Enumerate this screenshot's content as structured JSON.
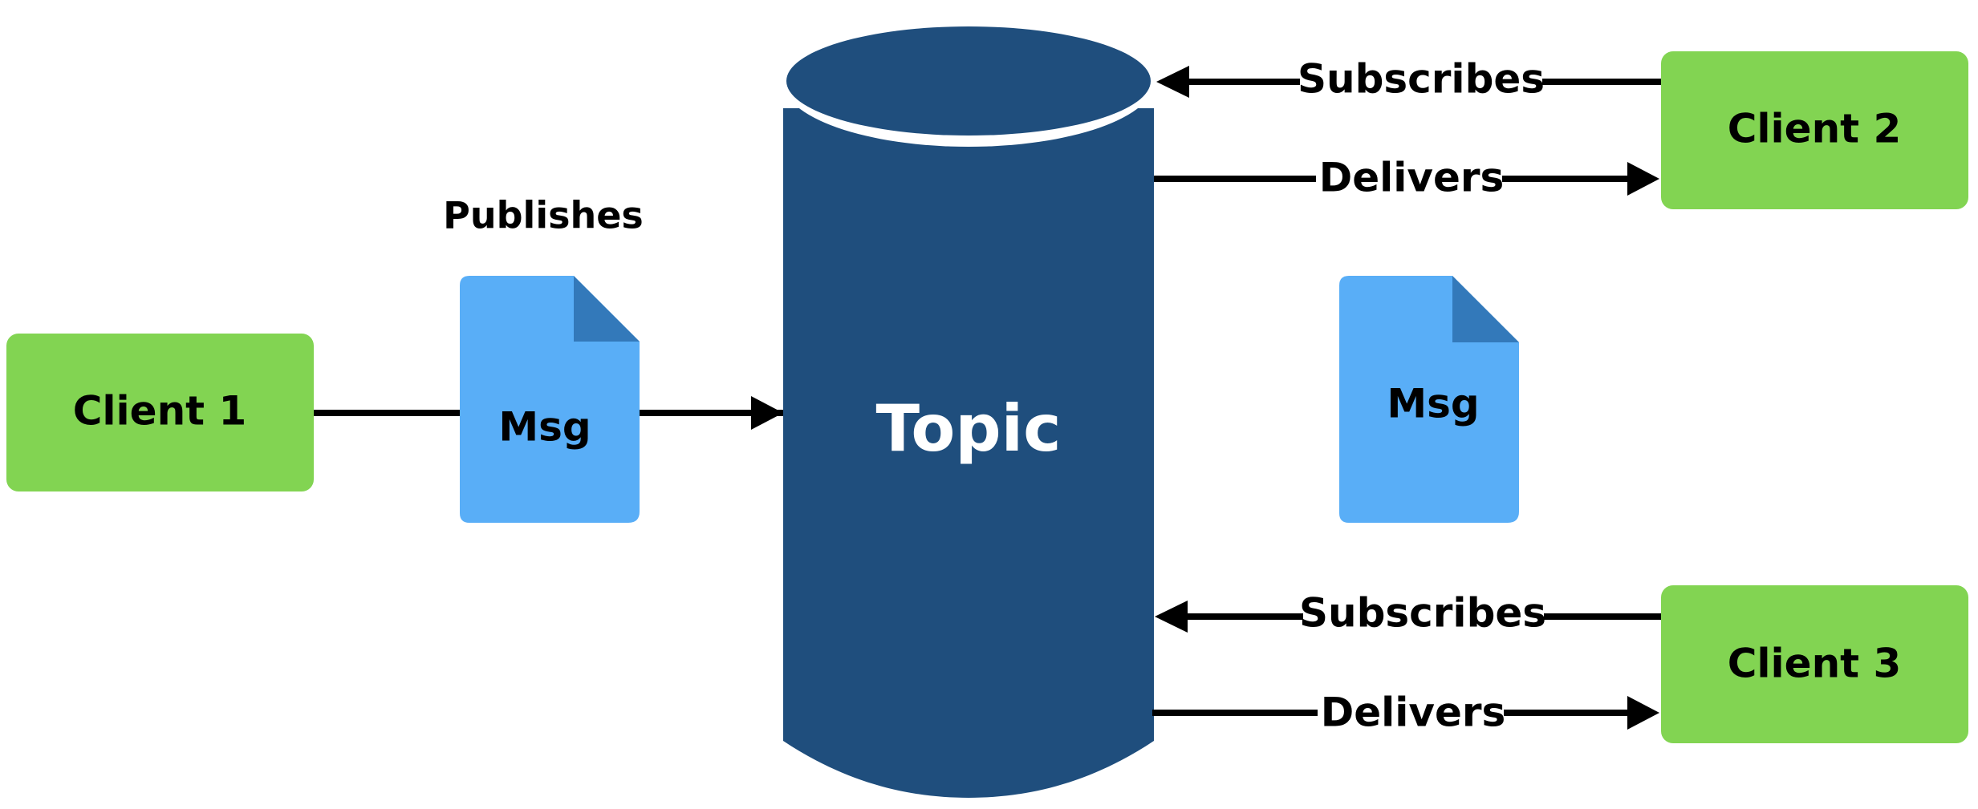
{
  "topic": {
    "label": "Topic"
  },
  "publisher": {
    "label": "Client 1"
  },
  "subscribers": [
    {
      "label": "Client 2"
    },
    {
      "label": "Client 3"
    }
  ],
  "messages": [
    {
      "label": "Msg"
    },
    {
      "label": "Msg"
    }
  ],
  "edges": {
    "publishes": "Publishes",
    "subscribes": "Subscribes",
    "delivers": "Delivers"
  },
  "colors": {
    "client_fill": "#82D452",
    "message_fill": "#59AEF7",
    "message_fold": "#3379BA",
    "topic_fill": "#1F4E7D",
    "arrow": "#000000",
    "topic_text": "#FFFFFF"
  }
}
